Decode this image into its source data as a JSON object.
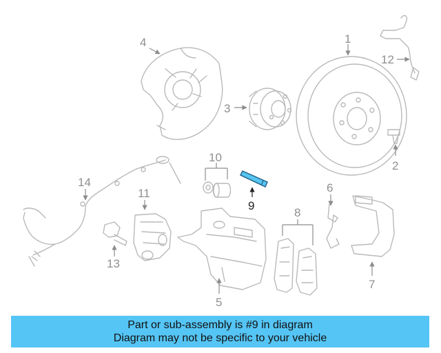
{
  "callouts": {
    "n1": "1",
    "n2": "2",
    "n3": "3",
    "n4": "4",
    "n5": "5",
    "n6": "6",
    "n7": "7",
    "n8": "8",
    "n9": "9",
    "n10": "10",
    "n11": "11",
    "n12": "12",
    "n13": "13",
    "n14": "14"
  },
  "highlight": {
    "part": "9",
    "color": "#56c5f0"
  },
  "banner": {
    "line1": "Part or sub-assembly is #9 in diagram",
    "line2": "Diagram may not be specific to your vehicle",
    "background": "#55c5f5"
  }
}
